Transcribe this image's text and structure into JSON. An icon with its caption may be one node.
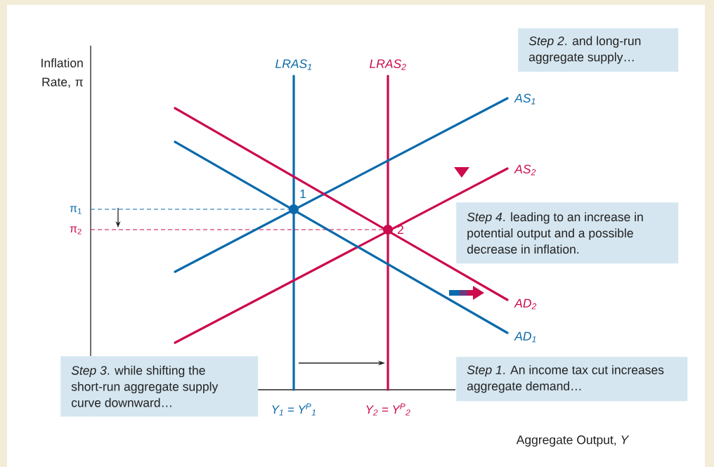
{
  "diagram": {
    "nodes": [
      {
        "text": [
          "*Step 2*. and long-run aggregate supply…"
        ]
      },
      {
        "text": [
          "*Step 4*. leading to an increase in potential output and a possible decrease in inflation."
        ]
      },
      {
        "text": [
          "*Step 3*. while shifting the short-run aggregate supply curve downward…"
        ]
      },
      {
        "text": [
          "*Step 1*. An income tax cut increases aggregate demand…"
        ]
      }
    ],
    "labels": [
      "Inflation Rate, π",
      "LRAS$_{1}$",
      "LRAS$_{2}$",
      "AS$_{1}$",
      "1",
      "AS$_{2}$",
      "π$_{1}$",
      "2",
      "π$_{2}$",
      "AD$_{2}$",
      "AD$_{1}$",
      "Y$_{1}$ = Y$^{P}$$_{1}$",
      "Y$_{2}$ = Y$^{P}$$_{2}$",
      "Aggregate Output, *Y*"
    ]
  }
}
